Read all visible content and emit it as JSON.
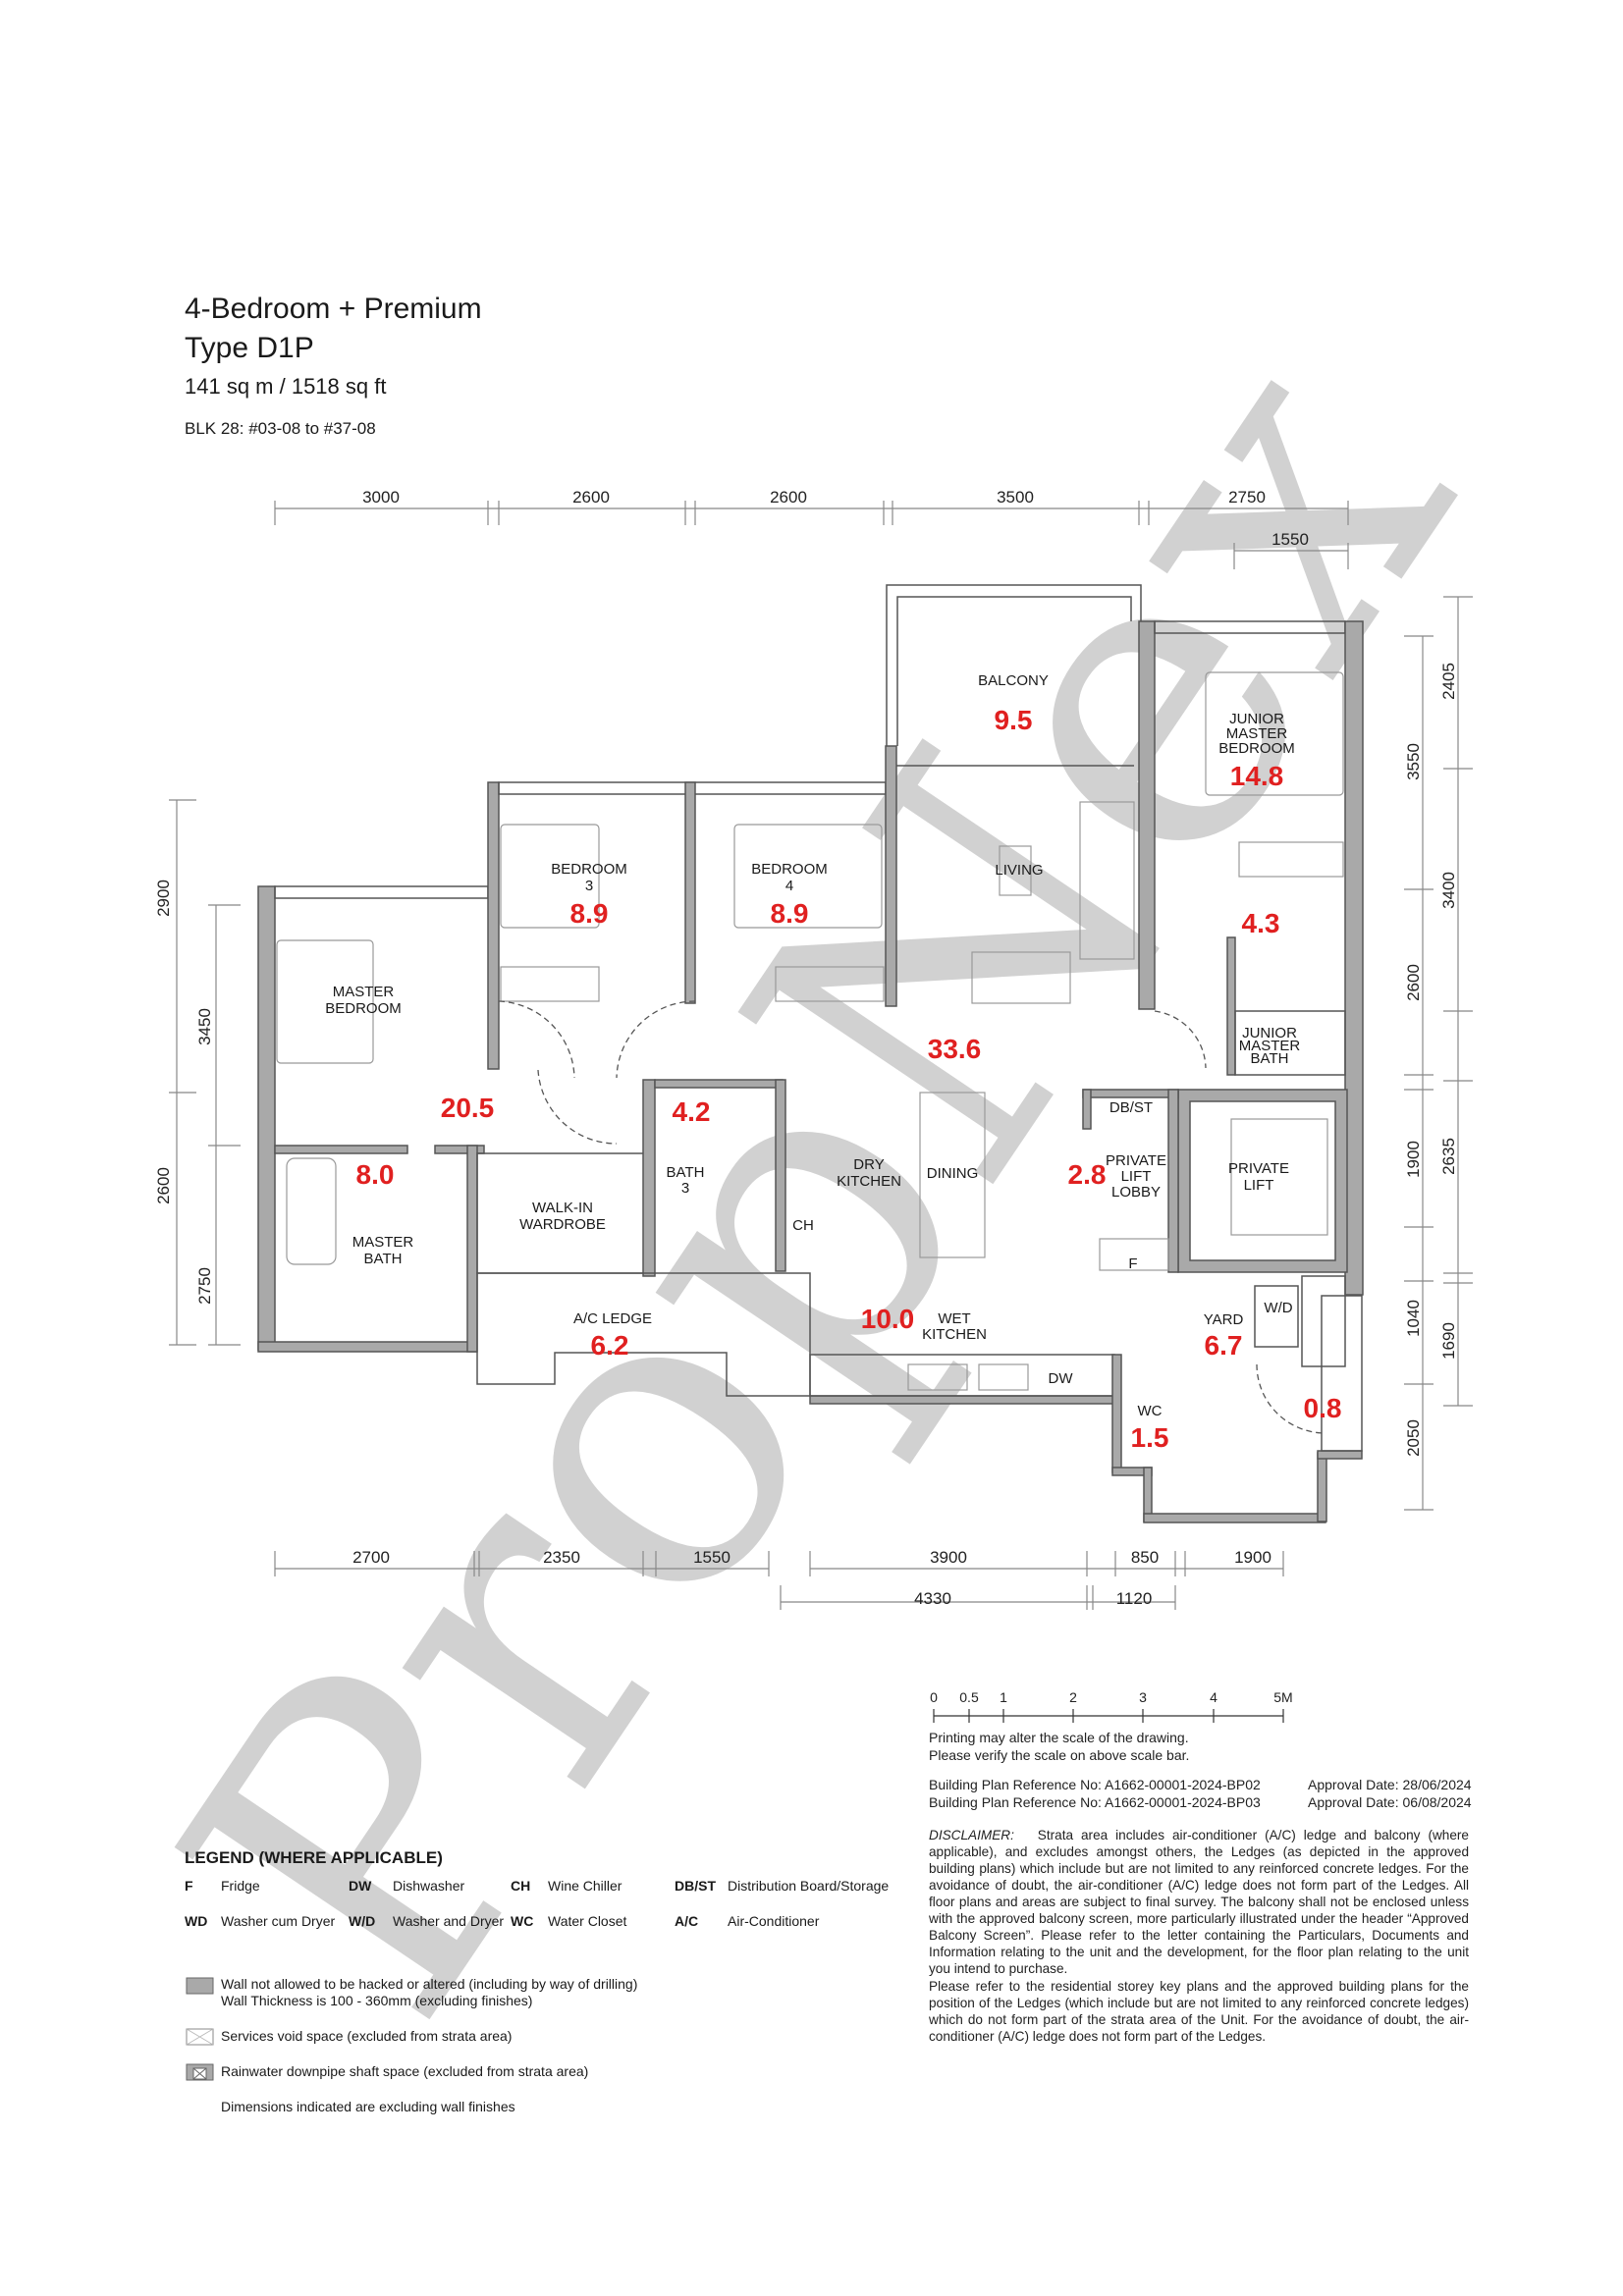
{
  "header": {
    "title": "4-Bedroom + Premium",
    "type": "Type D1P",
    "area": "141 sq m / 1518 sq ft",
    "block": "BLK 28: #03-08 to #37-08"
  },
  "watermark": "PropNex",
  "rooms": {
    "balcony": {
      "name": "BALCONY",
      "area": "9.5"
    },
    "junior_master_bedroom": {
      "name1": "JUNIOR",
      "name2": "MASTER",
      "name3": "BEDROOM",
      "area": "14.8"
    },
    "bedroom3": {
      "name1": "BEDROOM",
      "name2": "3",
      "area": "8.9"
    },
    "bedroom4": {
      "name1": "BEDROOM",
      "name2": "4",
      "area": "8.9"
    },
    "living": {
      "name": "LIVING"
    },
    "master_bedroom": {
      "name1": "MASTER",
      "name2": "BEDROOM",
      "area": "20.5"
    },
    "living_dining_area": "33.6",
    "junior_master_bath": {
      "name1": "JUNIOR",
      "name2": "MASTER",
      "name3": "BATH",
      "area": "4.3"
    },
    "bath3": {
      "name1": "BATH",
      "name2": "3",
      "area": "4.2"
    },
    "dry_kitchen": {
      "name1": "DRY",
      "name2": "KITCHEN"
    },
    "dining": {
      "name": "DINING"
    },
    "ch": "CH",
    "dbst": "DB/ST",
    "private_lift_lobby": {
      "name1": "PRIVATE",
      "name2": "LIFT",
      "name3": "LOBBY",
      "area": "2.8"
    },
    "private_lift": {
      "name1": "PRIVATE",
      "name2": "LIFT"
    },
    "fridge": "F",
    "master_bath": {
      "name1": "MASTER",
      "name2": "BATH",
      "area": "8.0"
    },
    "walk_in_wardrobe": {
      "name1": "WALK-IN",
      "name2": "WARDROBE"
    },
    "wd": "W/D",
    "yard": {
      "name": "YARD",
      "area": "6.7"
    },
    "ac_ledge": {
      "name": "A/C LEDGE",
      "area": "6.2"
    },
    "wet_kitchen": {
      "name1": "WET",
      "name2": "KITCHEN",
      "area": "10.0"
    },
    "dw": "DW",
    "wc": {
      "name": "WC",
      "area": "1.5"
    },
    "ledge_area": "0.8"
  },
  "dims": {
    "top": [
      "3000",
      "2600",
      "2600",
      "3500",
      "2750"
    ],
    "top2": "1550",
    "left_outer": [
      "2900",
      "2600"
    ],
    "left_inner": [
      "3450",
      "2750"
    ],
    "right_inner": [
      "3550",
      "2600",
      "1900",
      "1040",
      "2050"
    ],
    "right_outer": [
      "2405",
      "3400",
      "2635",
      "1690"
    ],
    "bottom": [
      "2700",
      "2350",
      "1550",
      "3900",
      "850",
      "1900"
    ],
    "bottom2": [
      "4330",
      "1120"
    ]
  },
  "scale_bar": {
    "labels": [
      "0",
      "0.5",
      "1",
      "2",
      "3",
      "4",
      "5M"
    ],
    "note1": "Printing may alter the scale of the drawing.",
    "note2": "Please verify the scale on above scale bar."
  },
  "references": [
    {
      "ref": "Building Plan Reference No: A1662-00001-2024-BP02",
      "date": "Approval Date: 28/06/2024"
    },
    {
      "ref": "Building Plan Reference No: A1662-00001-2024-BP03",
      "date": "Approval Date: 06/08/2024"
    }
  ],
  "disclaimer": {
    "label": "DISCLAIMER:",
    "text": "Strata area includes air-conditioner (A/C) ledge and balcony (where applicable), and excludes amongst others, the Ledges (as depicted in the approved building plans) which include but are not limited to any reinforced concrete ledges. For the avoidance of doubt, the air-conditioner (A/C) ledge does not form part of the Ledges. All floor plans and areas are subject to final survey. The balcony shall not be enclosed unless with the approved balcony screen, more particularly illustrated under the header “Approved Balcony Screen”. Please refer to the letter containing the Particulars, Documents and Information relating to the unit and the development, for the floor plan relating to the unit you intend to purchase.",
    "text2": "Please refer to the residential storey key plans and the approved building plans for the position of the Ledges (which include but are not limited to any reinforced concrete ledges) which do not form part of the strata area of the Unit. For the avoidance of doubt, the air-conditioner (A/C) ledge does not form part of the Ledges."
  },
  "legend": {
    "title": "LEGEND (WHERE APPLICABLE)",
    "items": [
      {
        "key": "F",
        "value": "Fridge"
      },
      {
        "key": "DW",
        "value": "Dishwasher"
      },
      {
        "key": "CH",
        "value": "Wine Chiller"
      },
      {
        "key": "DB/ST",
        "value": "Distribution Board/Storage"
      },
      {
        "key": "WD",
        "value": "Washer cum Dryer"
      },
      {
        "key": "W/D",
        "value": "Washer and Dryer"
      },
      {
        "key": "WC",
        "value": "Water Closet"
      },
      {
        "key": "A/C",
        "value": "Air-Conditioner"
      }
    ],
    "wall_note1": "Wall not allowed to be hacked or altered (including by way of drilling)",
    "wall_note2": "Wall Thickness is 100 - 360mm (excluding finishes)",
    "services_void": "Services void space (excluded from strata area)",
    "rainwater": "Rainwater downpipe shaft space (excluded from strata area)",
    "dimensions_note": "Dimensions indicated are excluding wall finishes"
  },
  "colors": {
    "area_label": "#e02020",
    "wall": "#a9a9a9"
  }
}
